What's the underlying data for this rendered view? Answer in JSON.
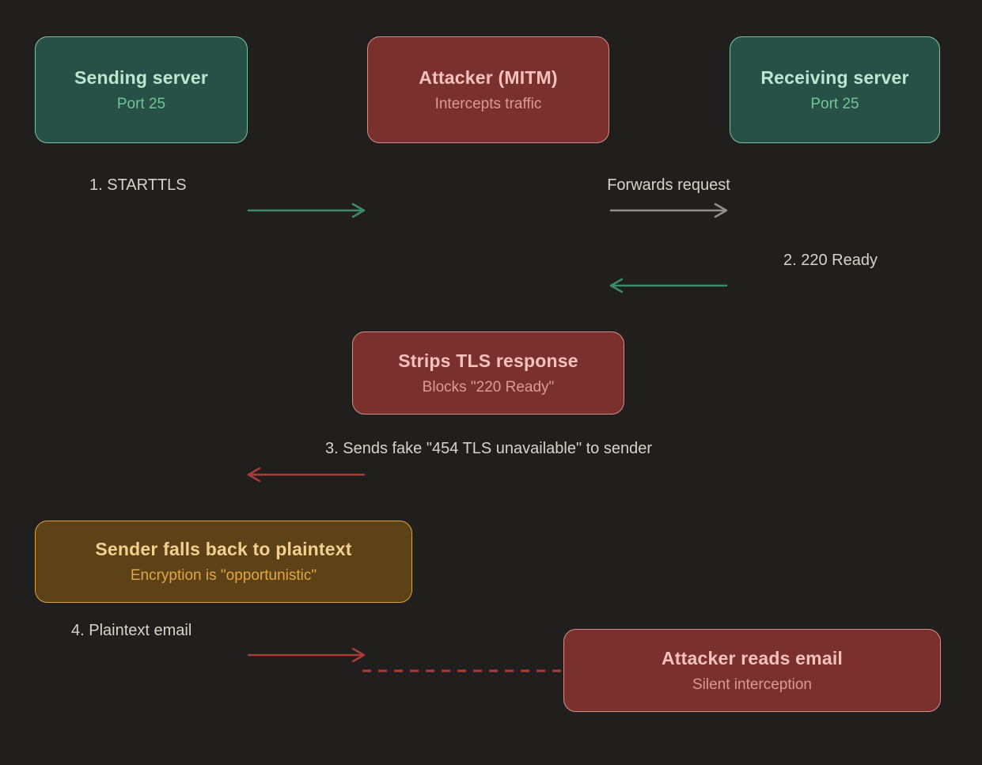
{
  "nodes": {
    "sending_server": {
      "title": "Sending server",
      "subtitle": "Port 25"
    },
    "attacker": {
      "title": "Attacker (MITM)",
      "subtitle": "Intercepts traffic"
    },
    "receiving_server": {
      "title": "Receiving server",
      "subtitle": "Port 25"
    },
    "strips_tls": {
      "title": "Strips TLS response",
      "subtitle": "Blocks \"220 Ready\""
    },
    "fallback": {
      "title": "Sender falls back to plaintext",
      "subtitle": "Encryption is \"opportunistic\""
    },
    "reads_email": {
      "title": "Attacker reads email",
      "subtitle": "Silent interception"
    }
  },
  "labels": {
    "step1": "1. STARTTLS",
    "forwards_request": "Forwards request",
    "step2": "2. 220 Ready",
    "step3": "3. Sends fake \"454 TLS unavailable\" to sender",
    "step4": "4. Plaintext email"
  },
  "colors": {
    "background": "#211f1d",
    "green_fill": "#275146",
    "green_border": "#7cc29f",
    "green_title": "#bfe4cf",
    "green_subtitle": "#6fc795",
    "red_fill": "#7a312e",
    "red_border": "#d18f89",
    "red_title": "#f4c1bd",
    "red_subtitle": "#db9a94",
    "amber_fill": "#5d4217",
    "amber_border": "#d9a33f",
    "amber_title": "#f2d08e",
    "amber_subtitle": "#e2a546",
    "label_text": "#d6d3ca",
    "arrow_green": "#3c8b6e",
    "arrow_gray": "#92908a",
    "arrow_red": "#a73c38"
  }
}
